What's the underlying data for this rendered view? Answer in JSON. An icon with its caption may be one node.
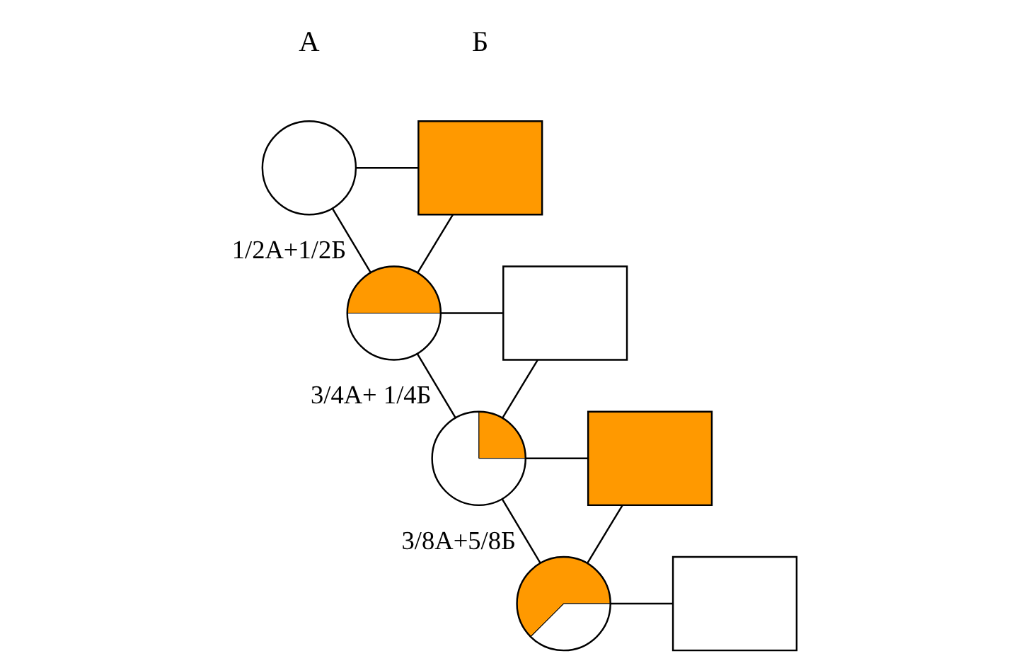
{
  "diagram": {
    "nodes": [
      {
        "text": [],
        "shape": "circle"
      },
      {
        "text": [],
        "shape": "box"
      },
      {
        "text": [],
        "shape": "circle",
        "beside": [
          "1/2А+1/2Б"
        ]
      },
      {
        "text": [],
        "shape": "box"
      },
      {
        "text": [],
        "shape": "circle",
        "beside": [
          "3/4А+ 1/4Б"
        ]
      },
      {
        "text": [],
        "shape": "box"
      },
      {
        "text": [],
        "shape": "circle",
        "beside": [
          "3/8А+5/8Б"
        ]
      },
      {
        "text": [],
        "shape": "box"
      }
    ],
    "edges": [
      {
        "from": 0,
        "to": 1,
        "arrow": "none"
      },
      {
        "from": 0,
        "to": 2,
        "arrow": "none"
      },
      {
        "from": 1,
        "to": 2,
        "arrow": "none"
      },
      {
        "from": 2,
        "to": 3,
        "arrow": "none"
      },
      {
        "from": 2,
        "to": 4,
        "arrow": "none"
      },
      {
        "from": 3,
        "to": 4,
        "arrow": "none"
      },
      {
        "from": 4,
        "to": 5,
        "arrow": "none"
      },
      {
        "from": 4,
        "to": 6,
        "arrow": "none"
      },
      {
        "from": 5,
        "to": 6,
        "arrow": "none"
      },
      {
        "from": 6,
        "to": 7,
        "arrow": "none"
      }
    ],
    "labels": [
      "А",
      "Б"
    ]
  }
}
